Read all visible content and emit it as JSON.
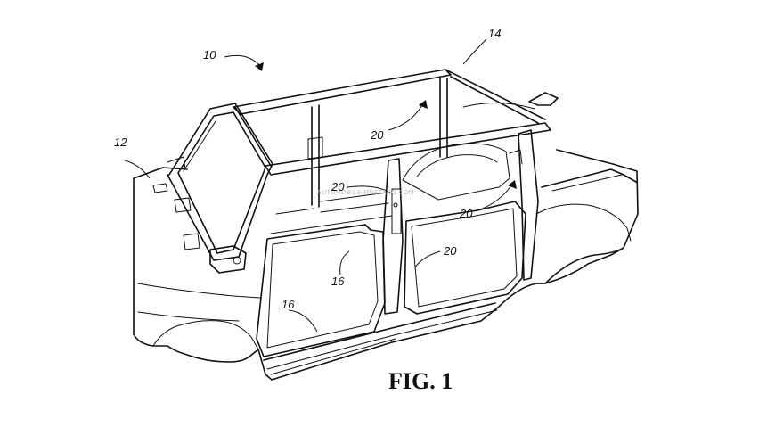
{
  "figure": {
    "caption": "FIG. 1",
    "watermark": "AUTOMOBILE-MUSTANG.COM",
    "reference_numerals": {
      "vehicle": "10",
      "body": "12",
      "roof_frame": "14",
      "lower_door_left": "16",
      "lower_door_right": "16",
      "pillar_top": "20",
      "pillar_middle": "20",
      "pillar_right": "20",
      "pillar_lower": "20"
    }
  }
}
